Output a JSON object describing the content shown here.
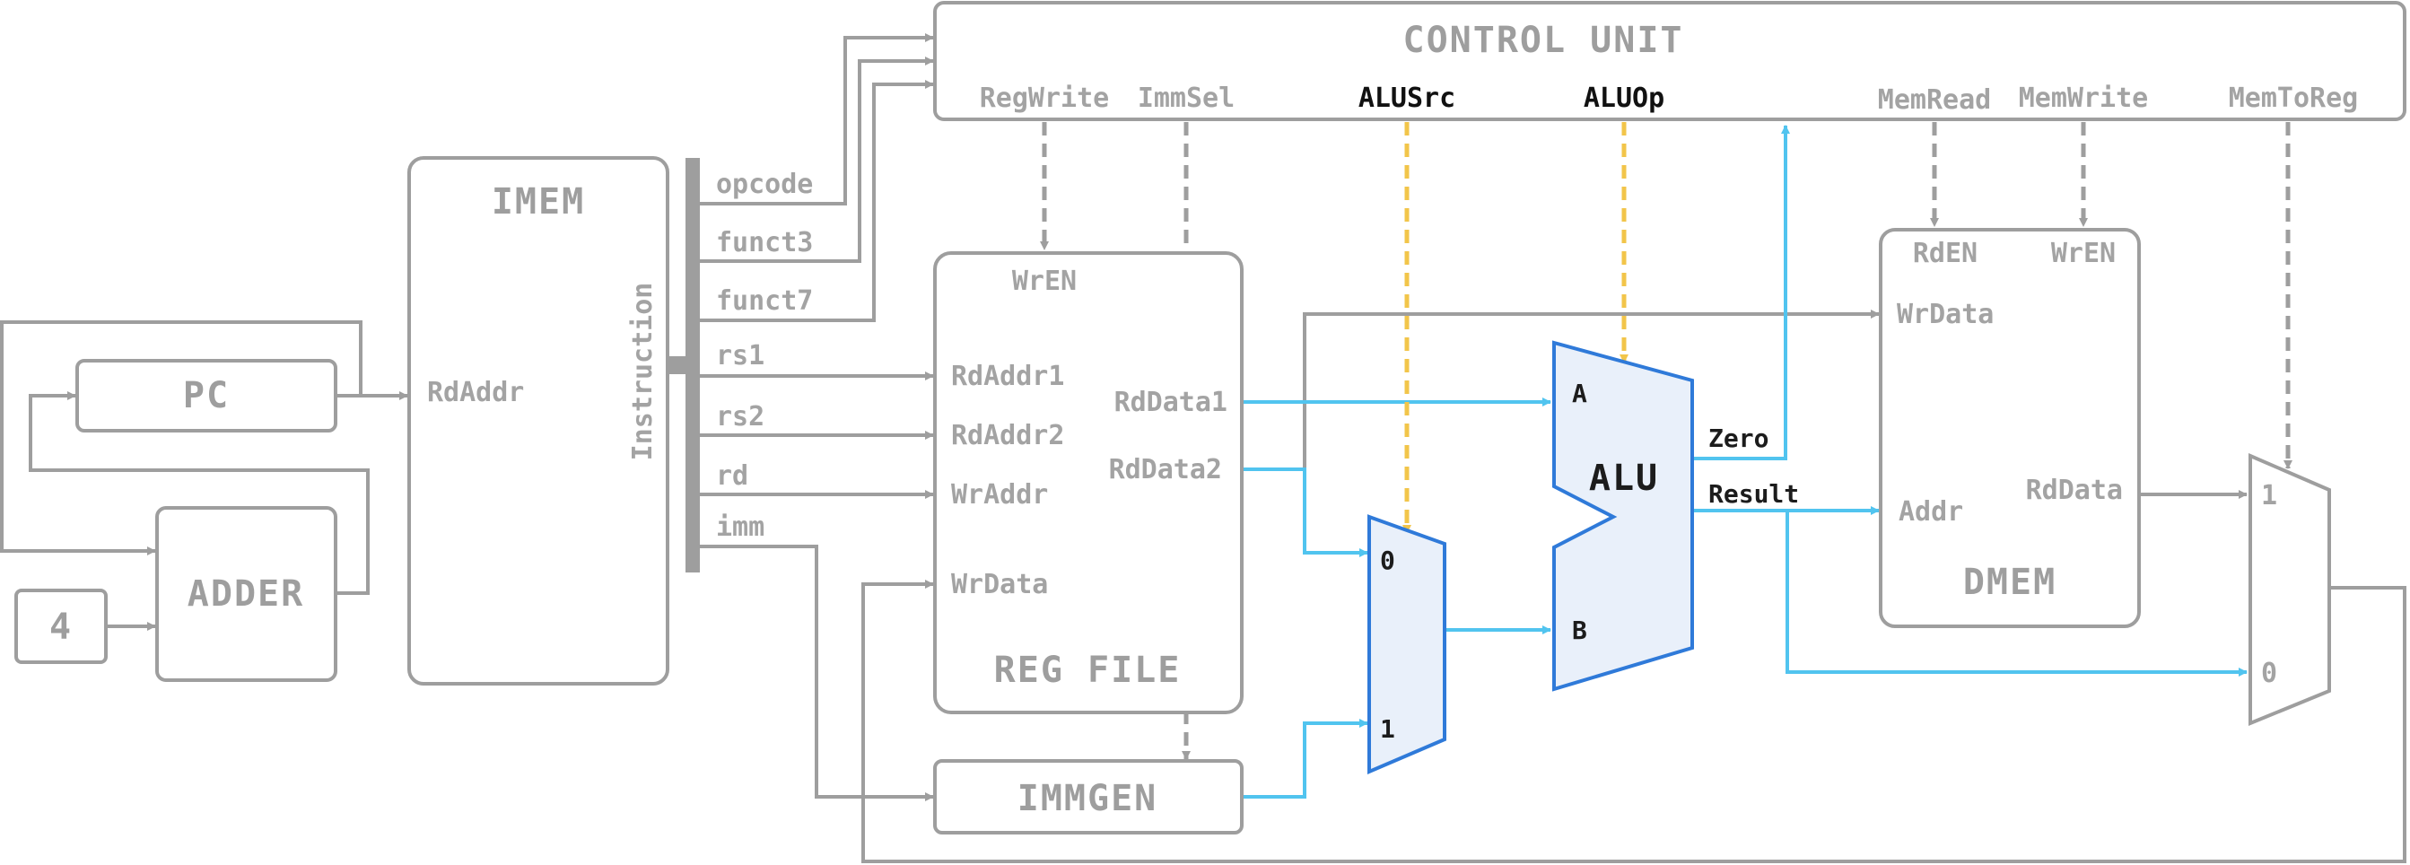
{
  "colors": {
    "wire": "#9e9e9e",
    "highlight_wire": "#51c4ef",
    "highlight_box": "#2f7ad9",
    "highlight_fill": "#e9f0fa",
    "control_highlight": "#f2c54a"
  },
  "control_unit": {
    "title": "CONTROL UNIT",
    "signals": {
      "regwrite": "RegWrite",
      "immsel": "ImmSel",
      "alusrc": "ALUSrc",
      "aluop": "ALUOp",
      "memread": "MemRead",
      "memwrite": "MemWrite",
      "memtoreg": "MemToReg"
    }
  },
  "pc": {
    "title": "PC"
  },
  "adder": {
    "title": "ADDER"
  },
  "const4": {
    "value": "4"
  },
  "imem": {
    "title": "IMEM",
    "rdaddr": "RdAddr",
    "instruction": "Instruction"
  },
  "fields": {
    "opcode": "opcode",
    "funct3": "funct3",
    "funct7": "funct7",
    "rs1": "rs1",
    "rs2": "rs2",
    "rd": "rd",
    "imm": "imm"
  },
  "regfile": {
    "title": "REG FILE",
    "wren": "WrEN",
    "rdaddr1": "RdAddr1",
    "rdaddr2": "RdAddr2",
    "wraddr": "WrAddr",
    "wrdata": "WrData",
    "rddata1": "RdData1",
    "rddata2": "RdData2"
  },
  "immgen": {
    "title": "IMMGEN"
  },
  "alu_src_mux": {
    "in0": "0",
    "in1": "1"
  },
  "alu": {
    "title": "ALU",
    "a": "A",
    "b": "B",
    "zero": "Zero",
    "result": "Result"
  },
  "dmem": {
    "title": "DMEM",
    "rden": "RdEN",
    "wren": "WrEN",
    "wrdata": "WrData",
    "addr": "Addr",
    "rddata": "RdData"
  },
  "wb_mux": {
    "in1": "1",
    "in0": "0"
  }
}
